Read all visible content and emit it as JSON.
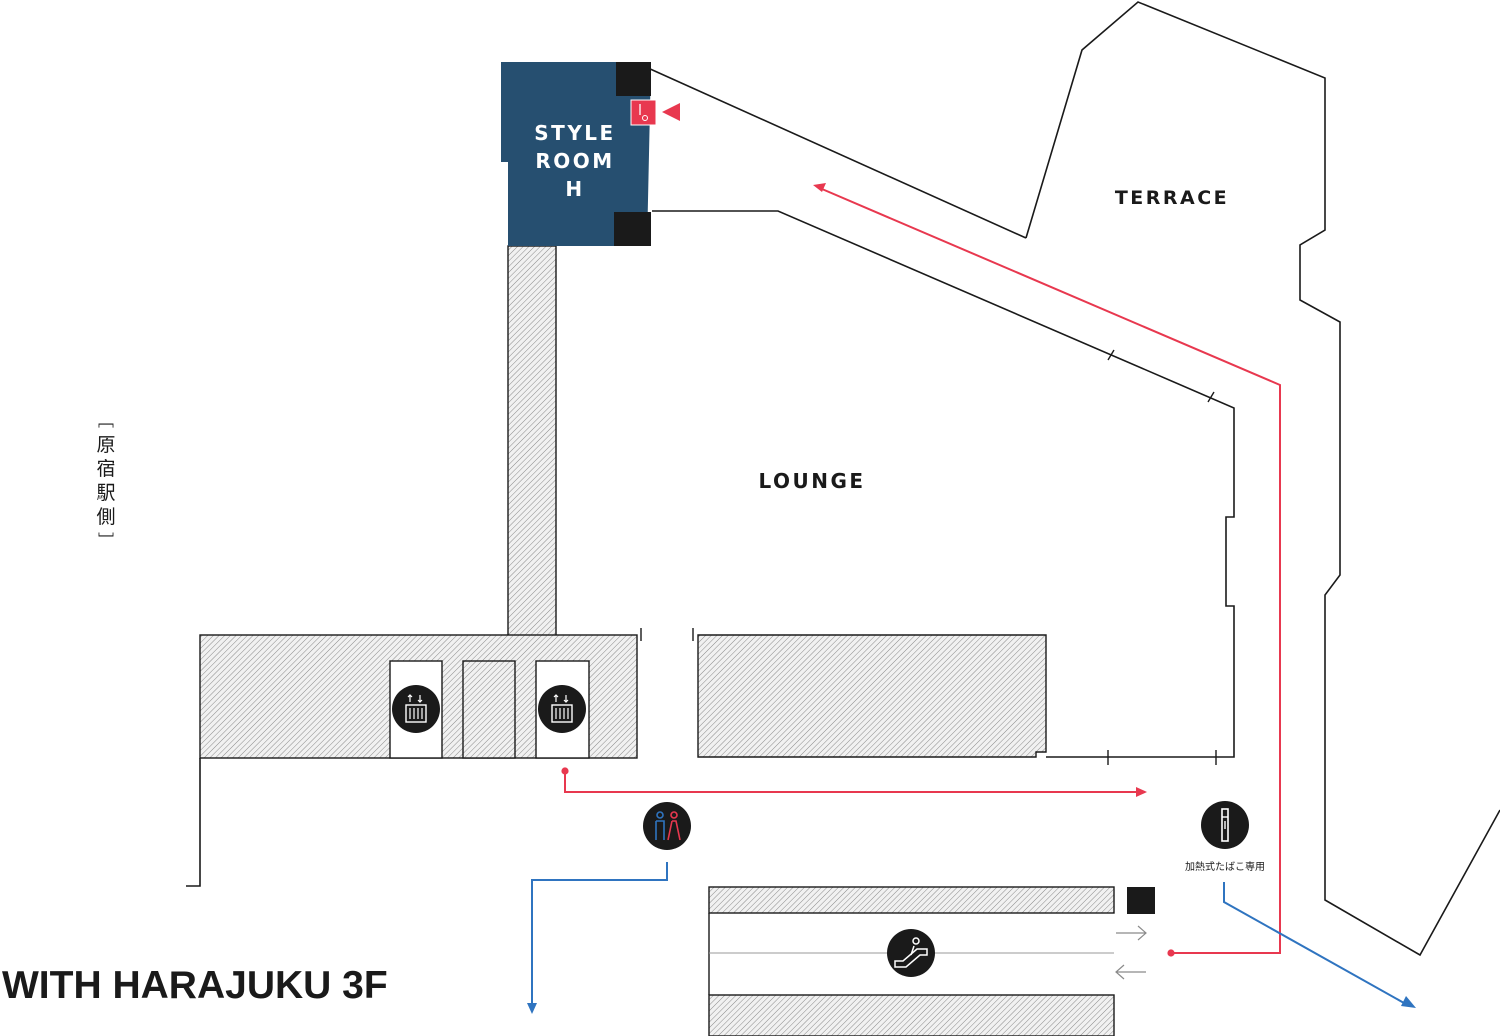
{
  "map": {
    "title": "WITH HARAJUKU 3F",
    "rooms": {
      "style_room": [
        "STYLE",
        "ROOM",
        "H"
      ],
      "terrace": "TERRACE",
      "lounge": "LOUNGE"
    },
    "side_label": {
      "open_bracket": "﹇",
      "chars": [
        "原",
        "宿",
        "駅",
        "側"
      ],
      "close_bracket": "﹈"
    },
    "smoking_label": "加熱式たばこ専用",
    "icons": [
      "elevator-icon",
      "elevator-icon",
      "restroom-icon",
      "smoking-icon",
      "escalator-icon",
      "entrance-marker-icon"
    ],
    "colors": {
      "style_room": "#264f70",
      "route_red": "#e8384f",
      "route_blue": "#2f74c0",
      "ink": "#1a1a1a",
      "hatch": "#d8d8d8"
    }
  }
}
